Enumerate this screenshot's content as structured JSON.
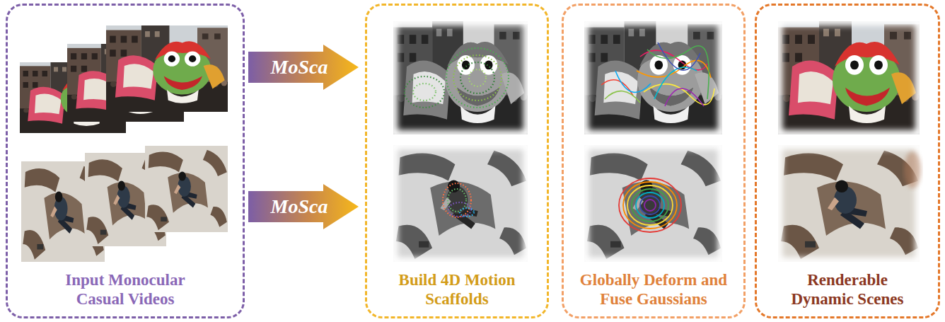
{
  "diagram": {
    "nodes": [
      {
        "text": [
          "Input Monocular Casual Videos"
        ]
      },
      {
        "text": [
          "Build 4D Motion Scaffolds"
        ]
      },
      {
        "text": [
          "Globally Deform and Fuse Gaussians"
        ]
      },
      {
        "text": [
          "Renderable Dynamic Scenes"
        ]
      }
    ],
    "edges": [
      {
        "from": 0,
        "to": 1,
        "arrow": "to",
        "label": "MoSca"
      },
      {
        "from": 0,
        "to": 1,
        "arrow": "to",
        "label": "MoSca"
      }
    ]
  }
}
